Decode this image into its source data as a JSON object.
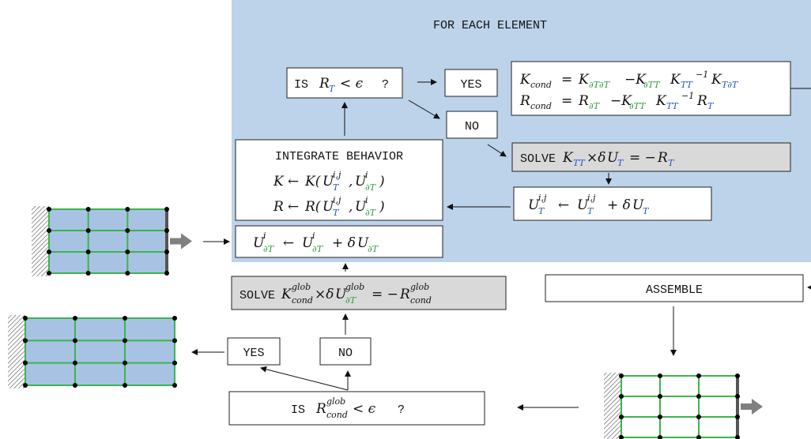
{
  "region": {
    "title": "FOR EACH ELEMENT"
  },
  "colors": {
    "region_fill": "#bcd3ea",
    "box_fill": "#ffffff",
    "solve_fill": "#d9d9d9",
    "mesh_fill": "#a8c2e4",
    "mesh_line": "#3ab54a",
    "node": "#000000",
    "arrow_gray": "#808080",
    "blue": "#2255cc",
    "green": "#2e9e3e"
  },
  "boxes": {
    "check_local": {
      "prefix": "IS",
      "symbol": "R",
      "sub": "T",
      "rel": "< ϵ",
      "q": "?"
    },
    "yes_local": "YES",
    "no_local": "NO",
    "kcond": {
      "line1": {
        "lhs": "K",
        "lhs_sub": "cond",
        "t1": "K",
        "t1_sub": "∂T∂T",
        "t2": "−K",
        "t2_sub": "∂TT",
        "t3": "K",
        "t3_sub": "TT",
        "t3_sup": "−1",
        "t4": "K",
        "t4_sub": "T∂T"
      },
      "line2": {
        "lhs": "R",
        "lhs_sub": "cond",
        "t1": "R",
        "t1_sub": "∂T",
        "t2": "−K",
        "t2_sub": "∂TT",
        "t3": "K",
        "t3_sub": "TT",
        "t3_sup": "−1",
        "t4": "R",
        "t4_sub": "T"
      }
    },
    "integrate": {
      "title": "INTEGRATE BEHAVIOR",
      "k_line": {
        "lhs": "K",
        "arrow": "←",
        "fn": "K(",
        "u1": "U",
        "u1_sub": "T",
        "u1_sup": "i,j",
        "sep": ",",
        "u2": "U",
        "u2_sub": "∂T",
        "u2_sup": "i",
        "close": ")"
      },
      "r_line": {
        "lhs": "R",
        "arrow": "←",
        "fn": "R(",
        "u1": "U",
        "u1_sub": "T",
        "u1_sup": "i,j",
        "sep": ",",
        "u2": "U",
        "u2_sub": "∂T",
        "u2_sup": "i",
        "close": ")"
      }
    },
    "solve_local": {
      "prefix": "SOLVE",
      "a": "K",
      "a_sub": "TT",
      "times": "×δ",
      "b": "U",
      "b_sub": "T",
      "eq": "= −",
      "c": "R",
      "c_sub": "T"
    },
    "update_local": {
      "a": "U",
      "a_sub": "T",
      "a_sup": "i,j",
      "arrow": "←",
      "b": "U",
      "b_sub": "T",
      "b_sup": "i,j",
      "plus": "+ δ",
      "c": "U",
      "c_sub": "T"
    },
    "update_boundary": {
      "a": "U",
      "a_sub": "∂T",
      "a_sup": "i",
      "arrow": "←",
      "b": "U",
      "b_sub": "∂T",
      "b_sup": "i",
      "plus": "+ δ",
      "c": "U",
      "c_sub": "∂T"
    },
    "solve_global": {
      "prefix": "SOLVE",
      "a": "K",
      "a_sub": "cond",
      "a_sup": "glob",
      "times": "×δ",
      "b": "U",
      "b_sub": "∂T",
      "b_sup": "glob",
      "eq": "= −",
      "c": "R",
      "c_sub": "cond",
      "c_sup": "glob"
    },
    "assemble": "ASSEMBLE",
    "yes_global": "YES",
    "no_global": "NO",
    "check_global": {
      "prefix": "IS",
      "symbol": "R",
      "sub": "cond",
      "sup": "glob",
      "rel": "< ϵ",
      "q": "?"
    }
  }
}
